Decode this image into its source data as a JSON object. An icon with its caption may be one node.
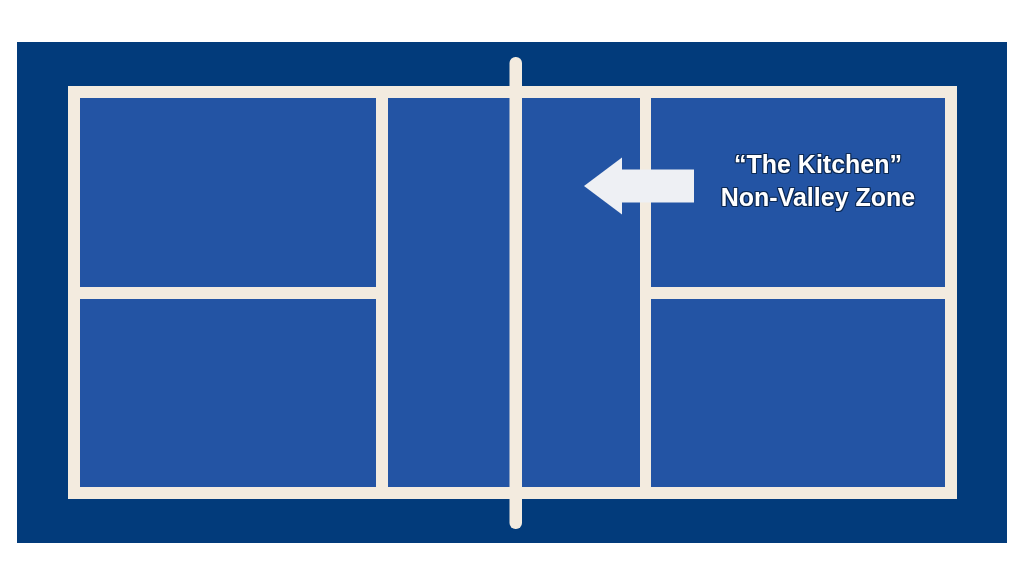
{
  "diagram": {
    "nodes": [
      {
        "text": [
          "“The Kitchen” Non-Valley Zone"
        ]
      },
      {
        "text": [],
        "shape": "box"
      }
    ],
    "edges": [
      {
        "from": 0,
        "to": 1,
        "arrow": "to"
      }
    ]
  }
}
